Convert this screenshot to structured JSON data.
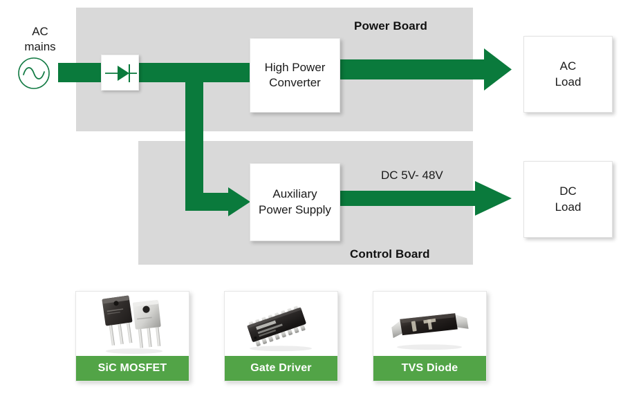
{
  "colors": {
    "flow_green": "#0a7a3c",
    "caption_green": "#52a447",
    "panel_gray": "#d9d9d9",
    "block_white": "#ffffff",
    "text_black": "#1a1a1a"
  },
  "source": {
    "label": "AC\nmains",
    "symbol_name": "ac-source-sine-symbol"
  },
  "rectifier": {
    "symbol_name": "diode-symbol"
  },
  "panels": {
    "power_board": {
      "title": "Power Board"
    },
    "control_board": {
      "title": "Control Board"
    }
  },
  "blocks": {
    "high_power_converter": {
      "label": "High Power\nConverter"
    },
    "auxiliary_power_supply": {
      "label": "Auxiliary\nPower Supply"
    },
    "ac_load": {
      "label": "AC\nLoad"
    },
    "dc_load": {
      "label": "DC\nLoad"
    }
  },
  "annotations": {
    "dc_voltage": "DC 5V- 48V"
  },
  "products": [
    {
      "caption": "SiC MOSFET",
      "image_name": "to247-transistor-photo"
    },
    {
      "caption": "Gate Driver",
      "image_name": "soic16-ic-photo"
    },
    {
      "caption": "TVS Diode",
      "image_name": "sma-diode-photo"
    }
  ]
}
